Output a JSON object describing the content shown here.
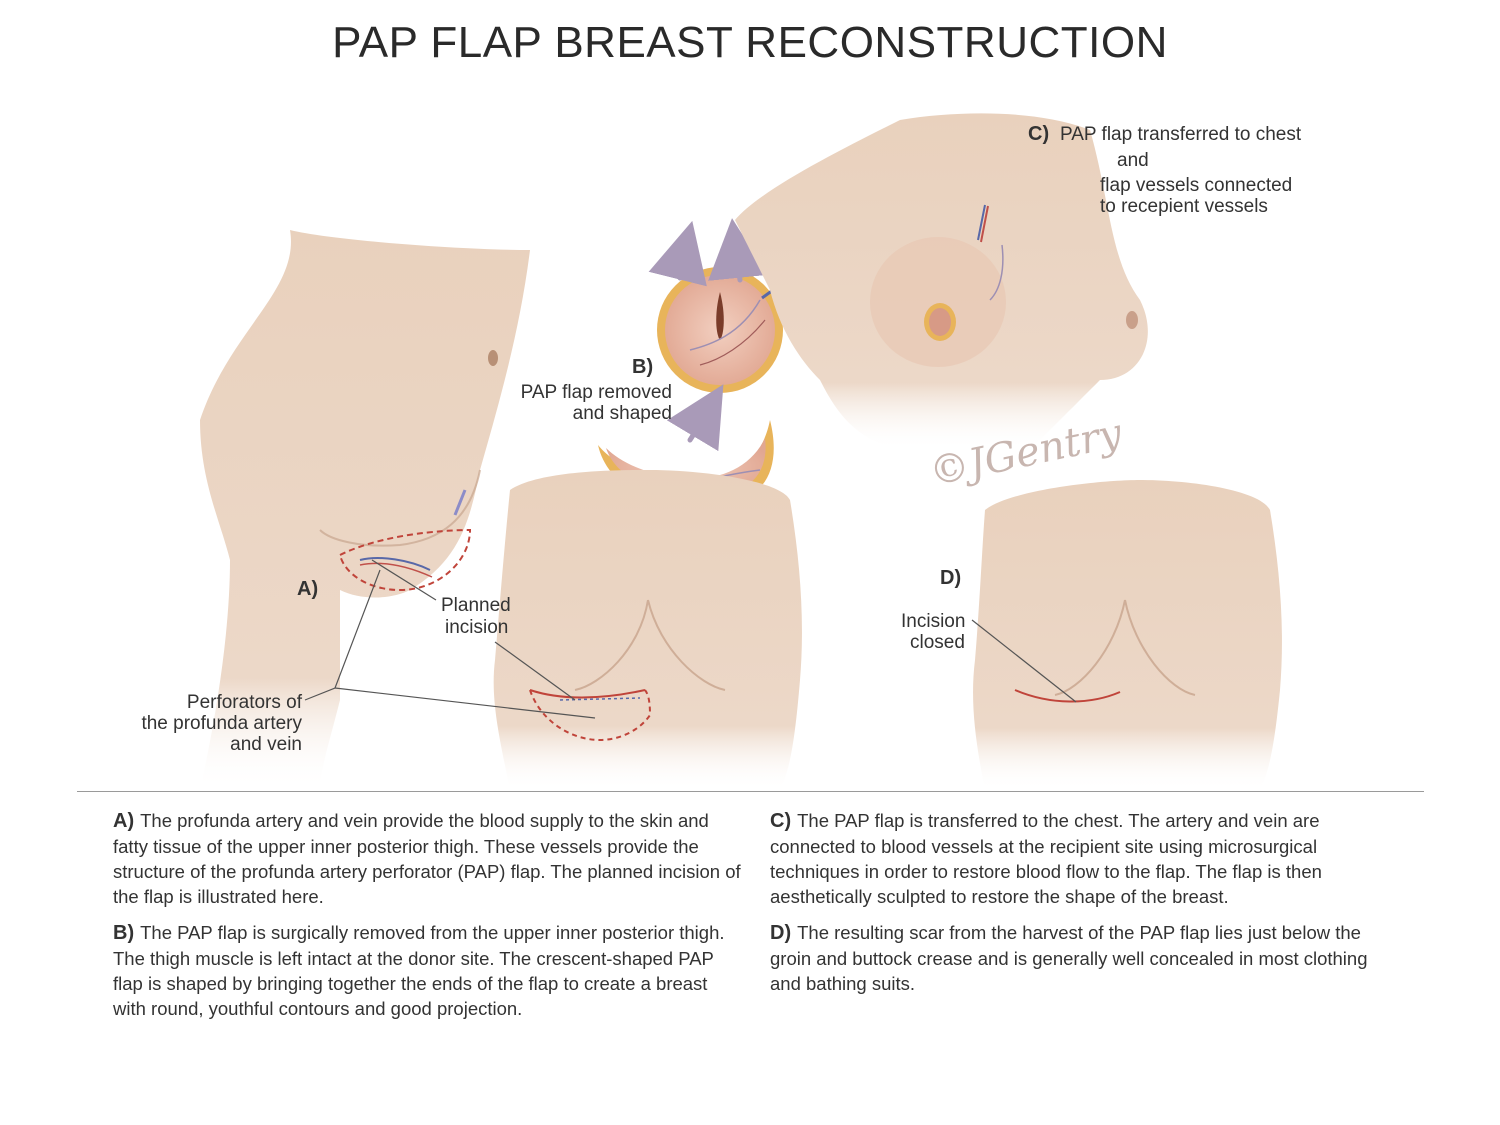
{
  "title": "PAP FLAP BREAST RECONSTRUCTION",
  "labels": {
    "a_letter": "A)",
    "b_letter": "B)",
    "c_letter": "C)",
    "d_letter": "D)",
    "c_line1": "PAP flap transferred to chest",
    "c_line2": "and",
    "c_line3": "flap vessels connected",
    "c_line4": "to recepient vessels",
    "b_line1": "PAP flap removed",
    "b_line2": "and shaped",
    "planned_line1": "Planned",
    "planned_line2": "incision",
    "perf_line1": "Perforators of",
    "perf_line2": "the profunda artery",
    "perf_line3": "and vein",
    "incision_line1": "Incision",
    "incision_line2": "closed"
  },
  "signature": "©JGentry",
  "paragraphs": {
    "a_label": "A)",
    "a_text": "The profunda artery and vein provide the blood supply to the skin and fatty tissue of the upper inner posterior thigh. These vessels provide the structure of the profunda artery perforator (PAP) flap. The planned incision of the flap is illustrated here.",
    "b_label": "B)",
    "b_text": "The PAP flap is surgically removed from the upper inner posterior thigh. The thigh muscle is left intact at the donor site. The crescent-shaped PAP flap is shaped by bringing together the ends of the flap to create a breast with round, youthful contours and good projection.",
    "c_label": "C)",
    "c_text": "The PAP flap is transferred to the chest. The artery and vein are connected to blood vessels at the recipient site using microsurgical techniques in order to restore blood flow to the flap. The flap is then aesthetically sculpted to restore the shape of the breast.",
    "d_label": "D)",
    "d_text": "The resulting scar from the harvest of the PAP flap lies just below the groin and buttock crease and is generally well concealed in most clothing and bathing suits."
  },
  "colors": {
    "skin": "#ecd6c4",
    "skin_shadow": "#d9b9a2",
    "flap_fat": "#e8b45a",
    "arrow": "#a99ab8",
    "incision": "#c0443a",
    "vessel_red": "#c0504a",
    "vessel_blue": "#5868a8"
  }
}
